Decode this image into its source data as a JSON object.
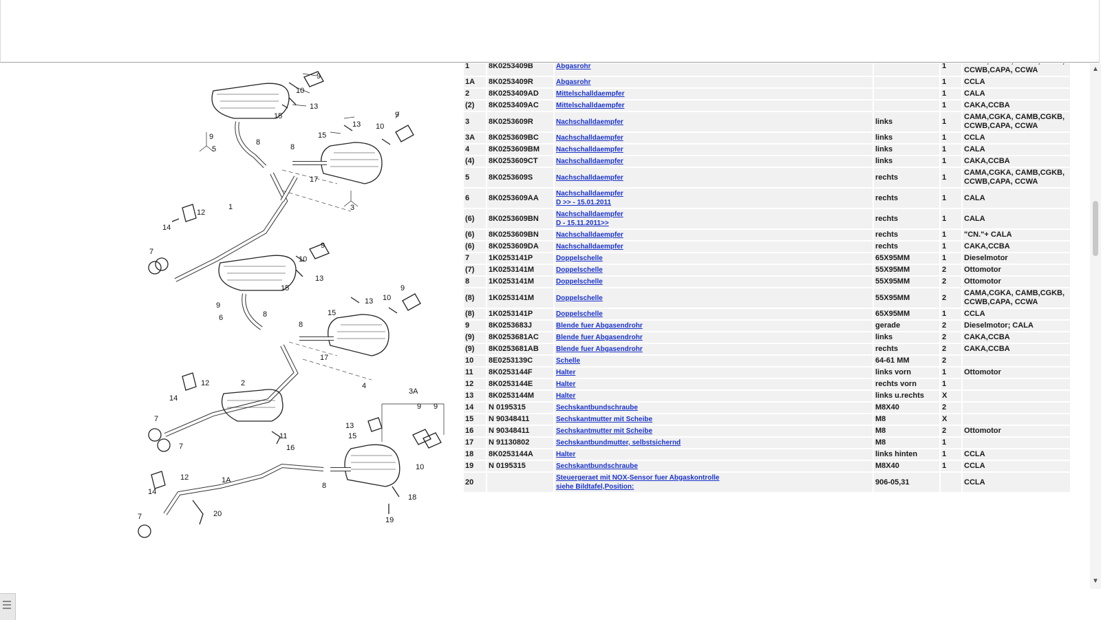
{
  "parts": [
    {
      "pos": "1",
      "part_no": "8K0253409B",
      "desc": "Abgasrohr",
      "note": "",
      "qty": "1",
      "model": "CAMA,CGKA, CAMB,CGKB, CCWB,CAPA, CCWA"
    },
    {
      "pos": "1A",
      "part_no": "8K0253409R",
      "desc": "Abgasrohr",
      "note": "",
      "qty": "1",
      "model": "CCLA"
    },
    {
      "pos": "2",
      "part_no": "8K0253409AD",
      "desc": "Mittelschalldaempfer",
      "note": "",
      "qty": "1",
      "model": "CALA"
    },
    {
      "pos": "(2)",
      "part_no": "8K0253409AC",
      "desc": "Mittelschalldaempfer",
      "note": "",
      "qty": "1",
      "model": "CAKA,CCBA"
    },
    {
      "pos": "3",
      "part_no": "8K0253609R",
      "desc": "Nachschalldaempfer",
      "note": "links",
      "qty": "1",
      "model": "CAMA,CGKA, CAMB,CGKB, CCWB,CAPA, CCWA"
    },
    {
      "pos": "3A",
      "part_no": "8K0253609BC",
      "desc": "Nachschalldaempfer",
      "note": "links",
      "qty": "1",
      "model": "CCLA"
    },
    {
      "pos": "4",
      "part_no": "8K0253609BM",
      "desc": "Nachschalldaempfer",
      "note": "links",
      "qty": "1",
      "model": "CALA"
    },
    {
      "pos": "(4)",
      "part_no": "8K0253609CT",
      "desc": "Nachschalldaempfer",
      "note": "links",
      "qty": "1",
      "model": "CAKA,CCBA"
    },
    {
      "pos": "5",
      "part_no": "8K0253609S",
      "desc": "Nachschalldaempfer",
      "note": "rechts",
      "qty": "1",
      "model": "CAMA,CGKA, CAMB,CGKB, CCWB,CAPA, CCWA"
    },
    {
      "pos": "6",
      "part_no": "8K0253609AA",
      "desc": "Nachschalldaempfer",
      "desc2": "D >> - 15.01.2011",
      "note": "rechts",
      "qty": "1",
      "model": "CALA"
    },
    {
      "pos": "(6)",
      "part_no": "8K0253609BN",
      "desc": "Nachschalldaempfer",
      "desc2": "D - 15.11.2011>>",
      "note": "rechts",
      "qty": "1",
      "model": "CALA"
    },
    {
      "pos": "(6)",
      "part_no": "8K0253609BN",
      "desc": "Nachschalldaempfer",
      "note": "rechts",
      "qty": "1",
      "model": "\"CN.\"+ CALA"
    },
    {
      "pos": "(6)",
      "part_no": "8K0253609DA",
      "desc": "Nachschalldaempfer",
      "note": "rechts",
      "qty": "1",
      "model": "CAKA,CCBA"
    },
    {
      "pos": "7",
      "part_no": "1K0253141P",
      "desc": "Doppelschelle",
      "note": "65X95MM",
      "qty": "1",
      "model": "Dieselmotor"
    },
    {
      "pos": "(7)",
      "part_no": "1K0253141M",
      "desc": "Doppelschelle",
      "note": "55X95MM",
      "qty": "2",
      "model": "Ottomotor"
    },
    {
      "pos": "8",
      "part_no": "1K0253141M",
      "desc": "Doppelschelle",
      "note": "55X95MM",
      "qty": "2",
      "model": "Ottomotor"
    },
    {
      "pos": "(8)",
      "part_no": "1K0253141M",
      "desc": "Doppelschelle",
      "note": "55X95MM",
      "qty": "2",
      "model": "CAMA,CGKA, CAMB,CGKB, CCWB,CAPA, CCWA"
    },
    {
      "pos": "(8)",
      "part_no": "1K0253141P",
      "desc": "Doppelschelle",
      "note": "65X95MM",
      "qty": "1",
      "model": "CCLA"
    },
    {
      "pos": "9",
      "part_no": "8K0253683J",
      "desc": "Blende fuer Abgasendrohr",
      "note": "gerade",
      "qty": "2",
      "model": "Dieselmotor; CALA"
    },
    {
      "pos": "(9)",
      "part_no": "8K0253681AC",
      "desc": "Blende fuer Abgasendrohr",
      "note": "links",
      "qty": "2",
      "model": "CAKA,CCBA"
    },
    {
      "pos": "(9)",
      "part_no": "8K0253681AB",
      "desc": "Blende fuer Abgasendrohr",
      "note": "rechts",
      "qty": "2",
      "model": "CAKA,CCBA"
    },
    {
      "pos": "10",
      "part_no": "8E0253139C",
      "desc": "Schelle",
      "note": "64-61 MM",
      "qty": "2",
      "model": ""
    },
    {
      "pos": "11",
      "part_no": "8K0253144F",
      "desc": "Halter",
      "note": "links vorn",
      "qty": "1",
      "model": "Ottomotor"
    },
    {
      "pos": "12",
      "part_no": "8K0253144E",
      "desc": "Halter",
      "note": "rechts vorn",
      "qty": "1",
      "model": ""
    },
    {
      "pos": "13",
      "part_no": "8K0253144M",
      "desc": "Halter",
      "note": "links u.rechts",
      "qty": "X",
      "model": ""
    },
    {
      "pos": "14",
      "part_no": "N 0195315",
      "desc": "Sechskantbundschraube",
      "note": "M8X40",
      "qty": "2",
      "model": ""
    },
    {
      "pos": "15",
      "part_no": "N 90348411",
      "desc": "Sechskantmutter mit Scheibe",
      "note": "M8",
      "qty": "X",
      "model": ""
    },
    {
      "pos": "16",
      "part_no": "N 90348411",
      "desc": "Sechskantmutter mit Scheibe",
      "note": "M8",
      "qty": "2",
      "model": "Ottomotor"
    },
    {
      "pos": "17",
      "part_no": "N 91130802",
      "desc": "Sechskantbundmutter, selbstsichernd",
      "note": "M8",
      "qty": "1",
      "model": ""
    },
    {
      "pos": "18",
      "part_no": "8K0253144A",
      "desc": "Halter",
      "note": "links hinten",
      "qty": "1",
      "model": "CCLA"
    },
    {
      "pos": "19",
      "part_no": "N 0195315",
      "desc": "Sechskantbundschraube",
      "note": "M8X40",
      "qty": "1",
      "model": "CCLA"
    },
    {
      "pos": "20",
      "part_no": "",
      "desc": "Steuergeraet mit NOX-Sensor fuer Abgaskontrolle",
      "desc2": "siehe Bildtafel,Position:",
      "note": "906-05,31",
      "qty": "",
      "model": "CCLA"
    }
  ],
  "diagram_labels": [
    "9",
    "10",
    "13",
    "15",
    "9",
    "5",
    "8",
    "8",
    "15",
    "13",
    "10",
    "9",
    "17",
    "3",
    "1",
    "12",
    "14",
    "7",
    "9",
    "10",
    "13",
    "15",
    "9",
    "6",
    "8",
    "8",
    "15",
    "13",
    "10",
    "9",
    "17",
    "4",
    "2",
    "12",
    "14",
    "7",
    "7",
    "11",
    "16",
    "3A",
    "9",
    "9",
    "13",
    "15",
    "10",
    "12",
    "1A",
    "14",
    "8",
    "18",
    "19",
    "7",
    "20"
  ],
  "scroll": {
    "up": "▲",
    "down": "▼"
  }
}
